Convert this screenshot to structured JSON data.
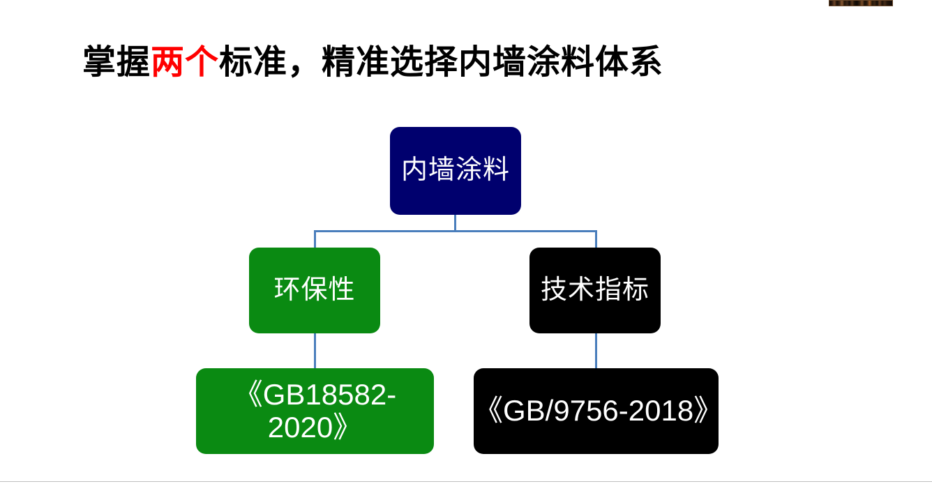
{
  "slide": {
    "title": {
      "before": "掌握",
      "accent": "两个",
      "after": "标准，精准选择内墙涂料体系",
      "full_text": "掌握两个标准，精准选择内墙涂料体系",
      "accent_color": "#ff0000",
      "text_color": "#000000"
    },
    "background_color": "#ffffff"
  },
  "diagram": {
    "type": "tree",
    "connector_color": "#4a7ebc",
    "nodes": [
      {
        "id": "root",
        "label": "内墙涂料",
        "fill": "#00006e",
        "text_color": "#ffffff",
        "level": 0
      },
      {
        "id": "eco",
        "label": "环保性",
        "fill": "#0a8a12",
        "text_color": "#ffffff",
        "level": 1
      },
      {
        "id": "tech",
        "label": "技术指标",
        "fill": "#000000",
        "text_color": "#ffffff",
        "level": 1
      },
      {
        "id": "eco-standard",
        "label": "《GB18582-2020》",
        "fill": "#0a8a12",
        "text_color": "#ffffff",
        "level": 2
      },
      {
        "id": "tech-standard",
        "label": "《GB/9756-2018》",
        "fill": "#000000",
        "text_color": "#ffffff",
        "level": 2
      }
    ],
    "edges": [
      {
        "from": "root",
        "to": "eco"
      },
      {
        "from": "root",
        "to": "tech"
      },
      {
        "from": "eco",
        "to": "eco-standard"
      },
      {
        "from": "tech",
        "to": "tech-standard"
      }
    ]
  }
}
